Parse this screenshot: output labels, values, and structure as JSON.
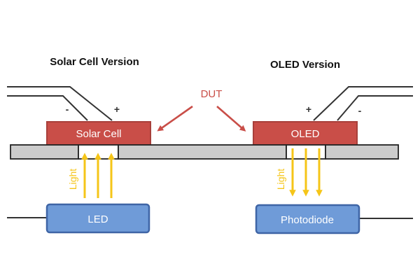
{
  "titles": {
    "left": "Solar Cell Version",
    "right": "OLED Version"
  },
  "annotation": {
    "dut": "DUT"
  },
  "left_side": {
    "device_label": "Solar Cell",
    "source_label": "LED",
    "minus": "-",
    "plus": "+",
    "light": "Light",
    "light_direction": "up"
  },
  "right_side": {
    "device_label": "OLED",
    "detector_label": "Photodiode",
    "minus": "-",
    "plus": "+",
    "light": "Light",
    "light_direction": "down"
  },
  "colors": {
    "device_fill": "#c94e48",
    "source_fill": "#6f9bd8",
    "substrate_fill": "#cccccc",
    "arrow": "#f5c518",
    "dut_arrow": "#c94e48",
    "wire": "#333333"
  }
}
